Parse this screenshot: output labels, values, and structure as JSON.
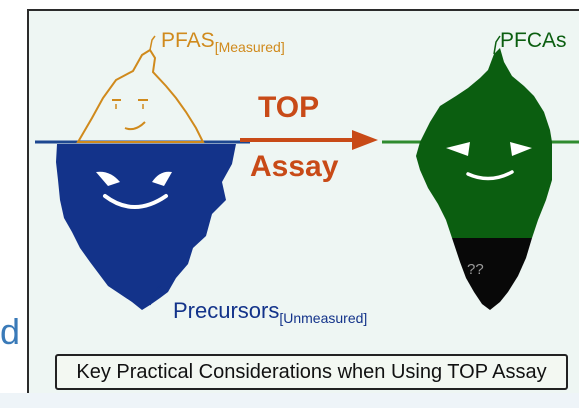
{
  "labels": {
    "pfas_main": "PFAS",
    "pfas_sub": "[Measured]",
    "pfcas_main": "PFCAs",
    "precursors_main": "Precursors",
    "precursors_sub": "[Unmeasured]",
    "arrow_top": "TOP",
    "arrow_bottom": "Assay",
    "unknown_marker": "??",
    "edge_letter": "d"
  },
  "caption": "Key Practical Considerations when Using TOP Assay",
  "colors": {
    "pfas": "#d08a1c",
    "precursors": "#13338a",
    "pfcas": "#0b5e10",
    "unknown": "#080808",
    "arrow": "#c84a17",
    "waterline_left": "#1d4790",
    "waterline_right": "#2e8b2e",
    "edge_letter": "#3a7ab8"
  }
}
